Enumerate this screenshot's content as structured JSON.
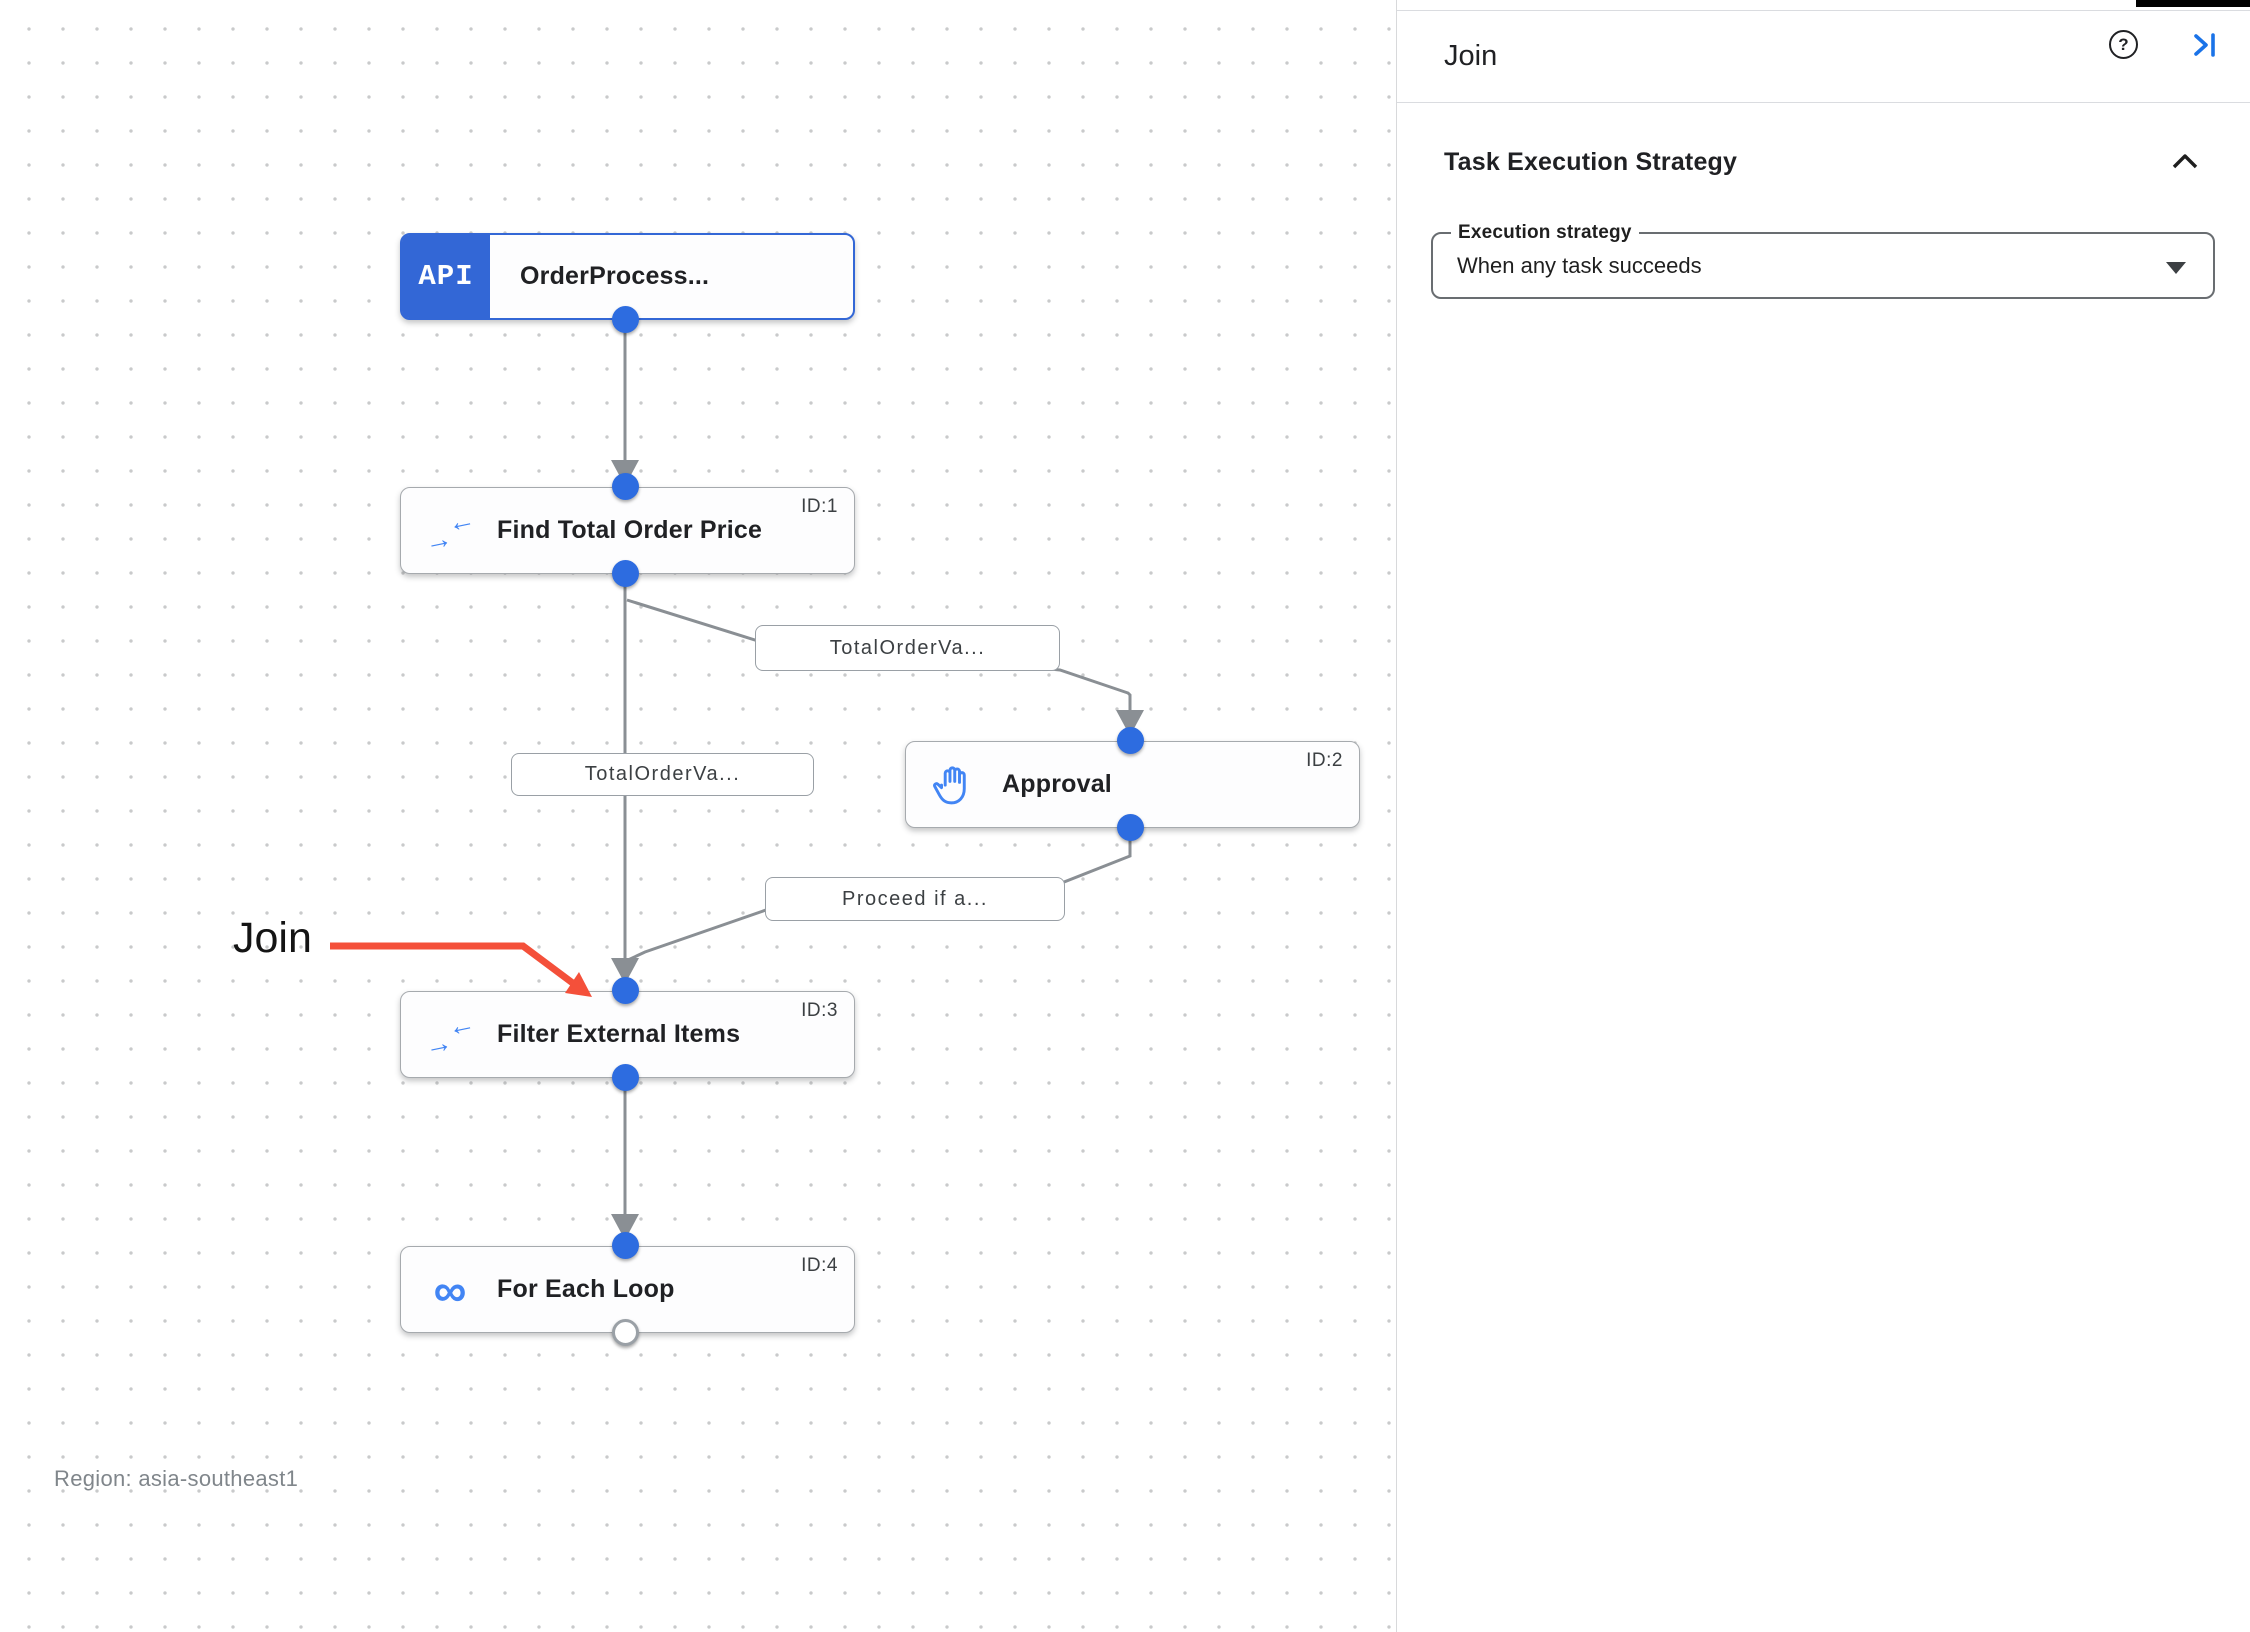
{
  "canvas": {
    "api_badge_label": "API",
    "nodes": [
      {
        "title": "OrderProcess...",
        "id": ""
      },
      {
        "title": "Find Total Order Price",
        "id": "ID:1"
      },
      {
        "title": "Approval",
        "id": "ID:2"
      },
      {
        "title": "Filter External Items",
        "id": "ID:3"
      },
      {
        "title": "For Each Loop",
        "id": "ID:4"
      }
    ],
    "edge_labels": [
      "TotalOrderVa...",
      "TotalOrderVa...",
      "Proceed if a..."
    ],
    "annotation_label": "Join",
    "region_label": "Region: asia-southeast1"
  },
  "panel": {
    "title": "Join",
    "section_title": "Task Execution Strategy",
    "execution_strategy": {
      "label": "Execution strategy",
      "value": "When any task succeeds"
    }
  },
  "icons": {
    "help_glyph": "?",
    "infinity_glyph": "∞",
    "map_arrow_right": "→",
    "map_arrow_left": "←"
  },
  "colors": {
    "node_blue": "#3367d6",
    "connection_dot_blue": "#2d6ce0",
    "task_icon_blue": "#4285f4",
    "edge_gray": "#8a8f94",
    "annotation_red": "#f4503a",
    "panel_accent_blue": "#1a73e8"
  }
}
